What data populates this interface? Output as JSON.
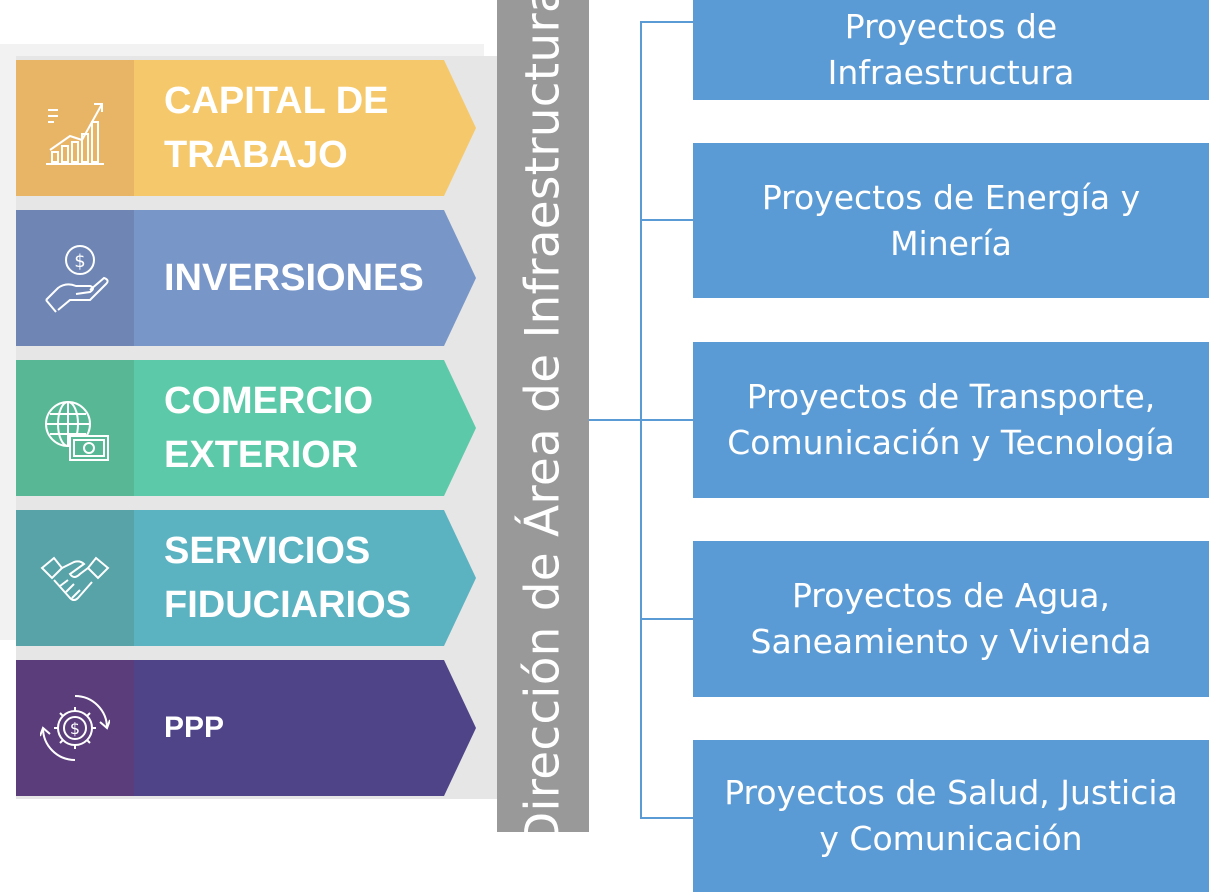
{
  "items": [
    {
      "label": "CAPITAL DE\nTRABAJO",
      "icon": "growth-chart-icon",
      "dark": "#e8b567",
      "light": "#f5c96b"
    },
    {
      "label": "INVERSIONES",
      "icon": "hand-coin-icon",
      "dark": "#6f86b5",
      "light": "#7897c8"
    },
    {
      "label": "COMERCIO\nEXTERIOR",
      "icon": "globe-money-icon",
      "dark": "#58b896",
      "light": "#5ccaa8"
    },
    {
      "label": "SERVICIOS\nFIDUCIARIOS",
      "icon": "handshake-icon",
      "dark": "#57a3a8",
      "light": "#5bb3c2"
    },
    {
      "label": "PPP",
      "icon": "gear-dollar-icon",
      "dark": "#5b3d7c",
      "light": "#4f4488"
    }
  ],
  "vertical_title": "Dirección de Área de Infraestructura",
  "projects": [
    "Proyectos de\nInfraestructura",
    "Proyectos de Energía y\nMinería",
    "Proyectos de Transporte,\nComunicación y Tecnología",
    "Proyectos de Agua,\nSaneamiento y Vivienda",
    "Proyectos de Salud, Justicia\ny Comunicación"
  ],
  "colors": {
    "vertical_bar": "#999999",
    "project_box": "#5b9bd5",
    "connector": "#5b9bd5"
  }
}
